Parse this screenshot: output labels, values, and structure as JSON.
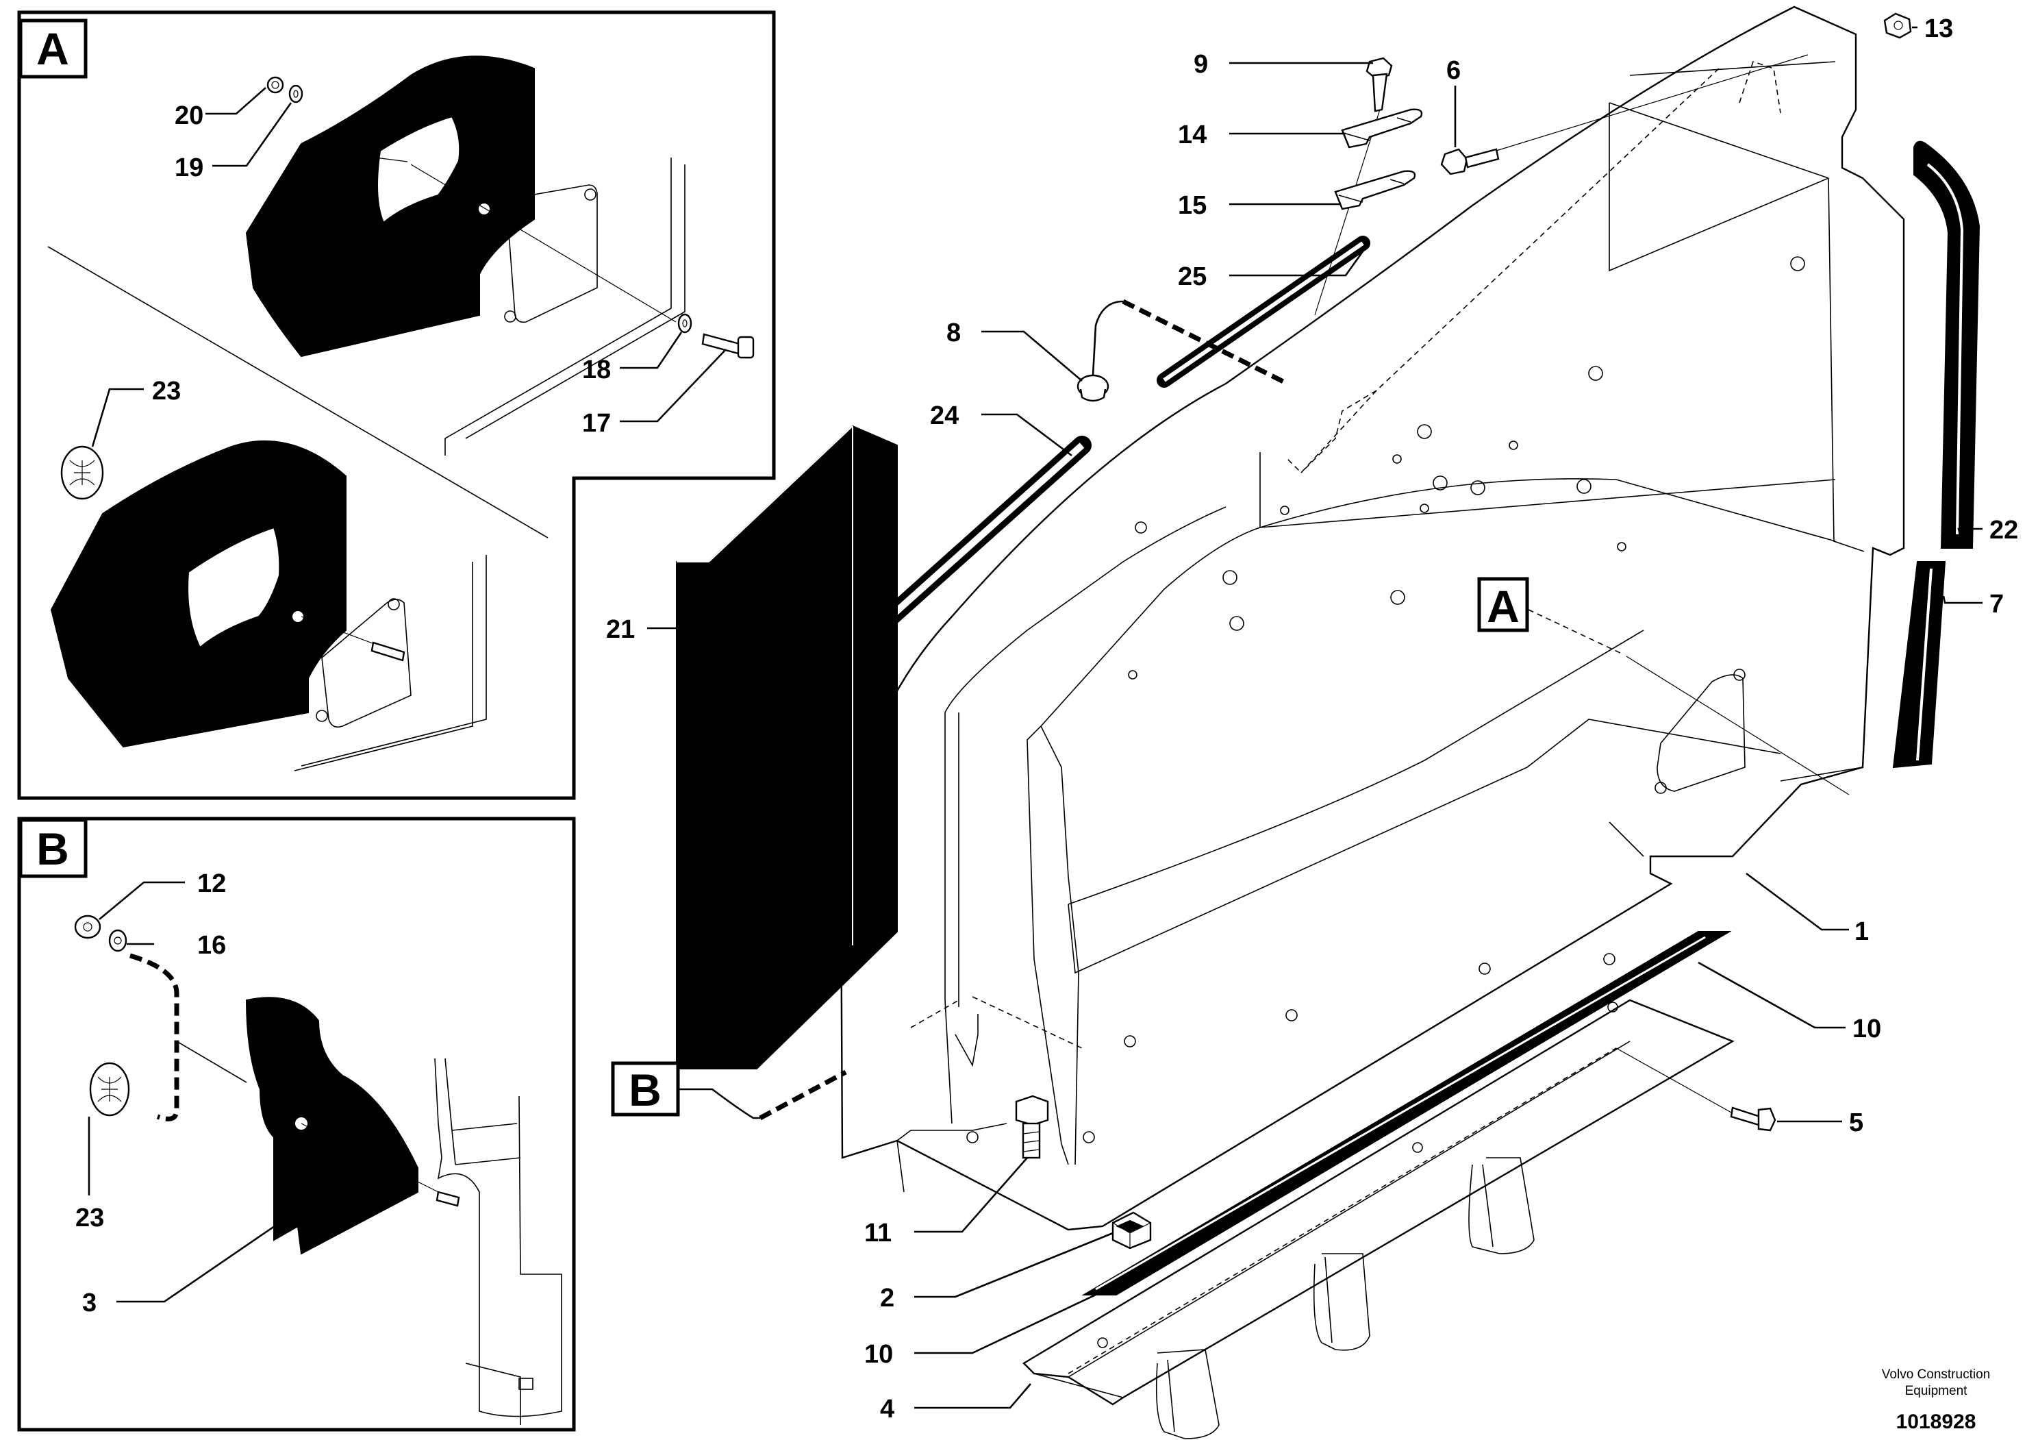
{
  "detail_a": {
    "letter": "A",
    "callouts": [
      "20",
      "19",
      "18",
      "17",
      "23"
    ]
  },
  "detail_b": {
    "letter": "B",
    "callouts": [
      "12",
      "16",
      "23",
      "3"
    ]
  },
  "main_view": {
    "section_marks": [
      "A",
      "B"
    ],
    "callouts": [
      "13",
      "9",
      "6",
      "14",
      "15",
      "25",
      "8",
      "24",
      "21",
      "22",
      "7",
      "1",
      "10",
      "5",
      "11",
      "2",
      "10",
      "4"
    ]
  },
  "footer": {
    "company_line1": "Volvo Construction",
    "company_line2": "Equipment",
    "drawing_number": "1018928"
  }
}
